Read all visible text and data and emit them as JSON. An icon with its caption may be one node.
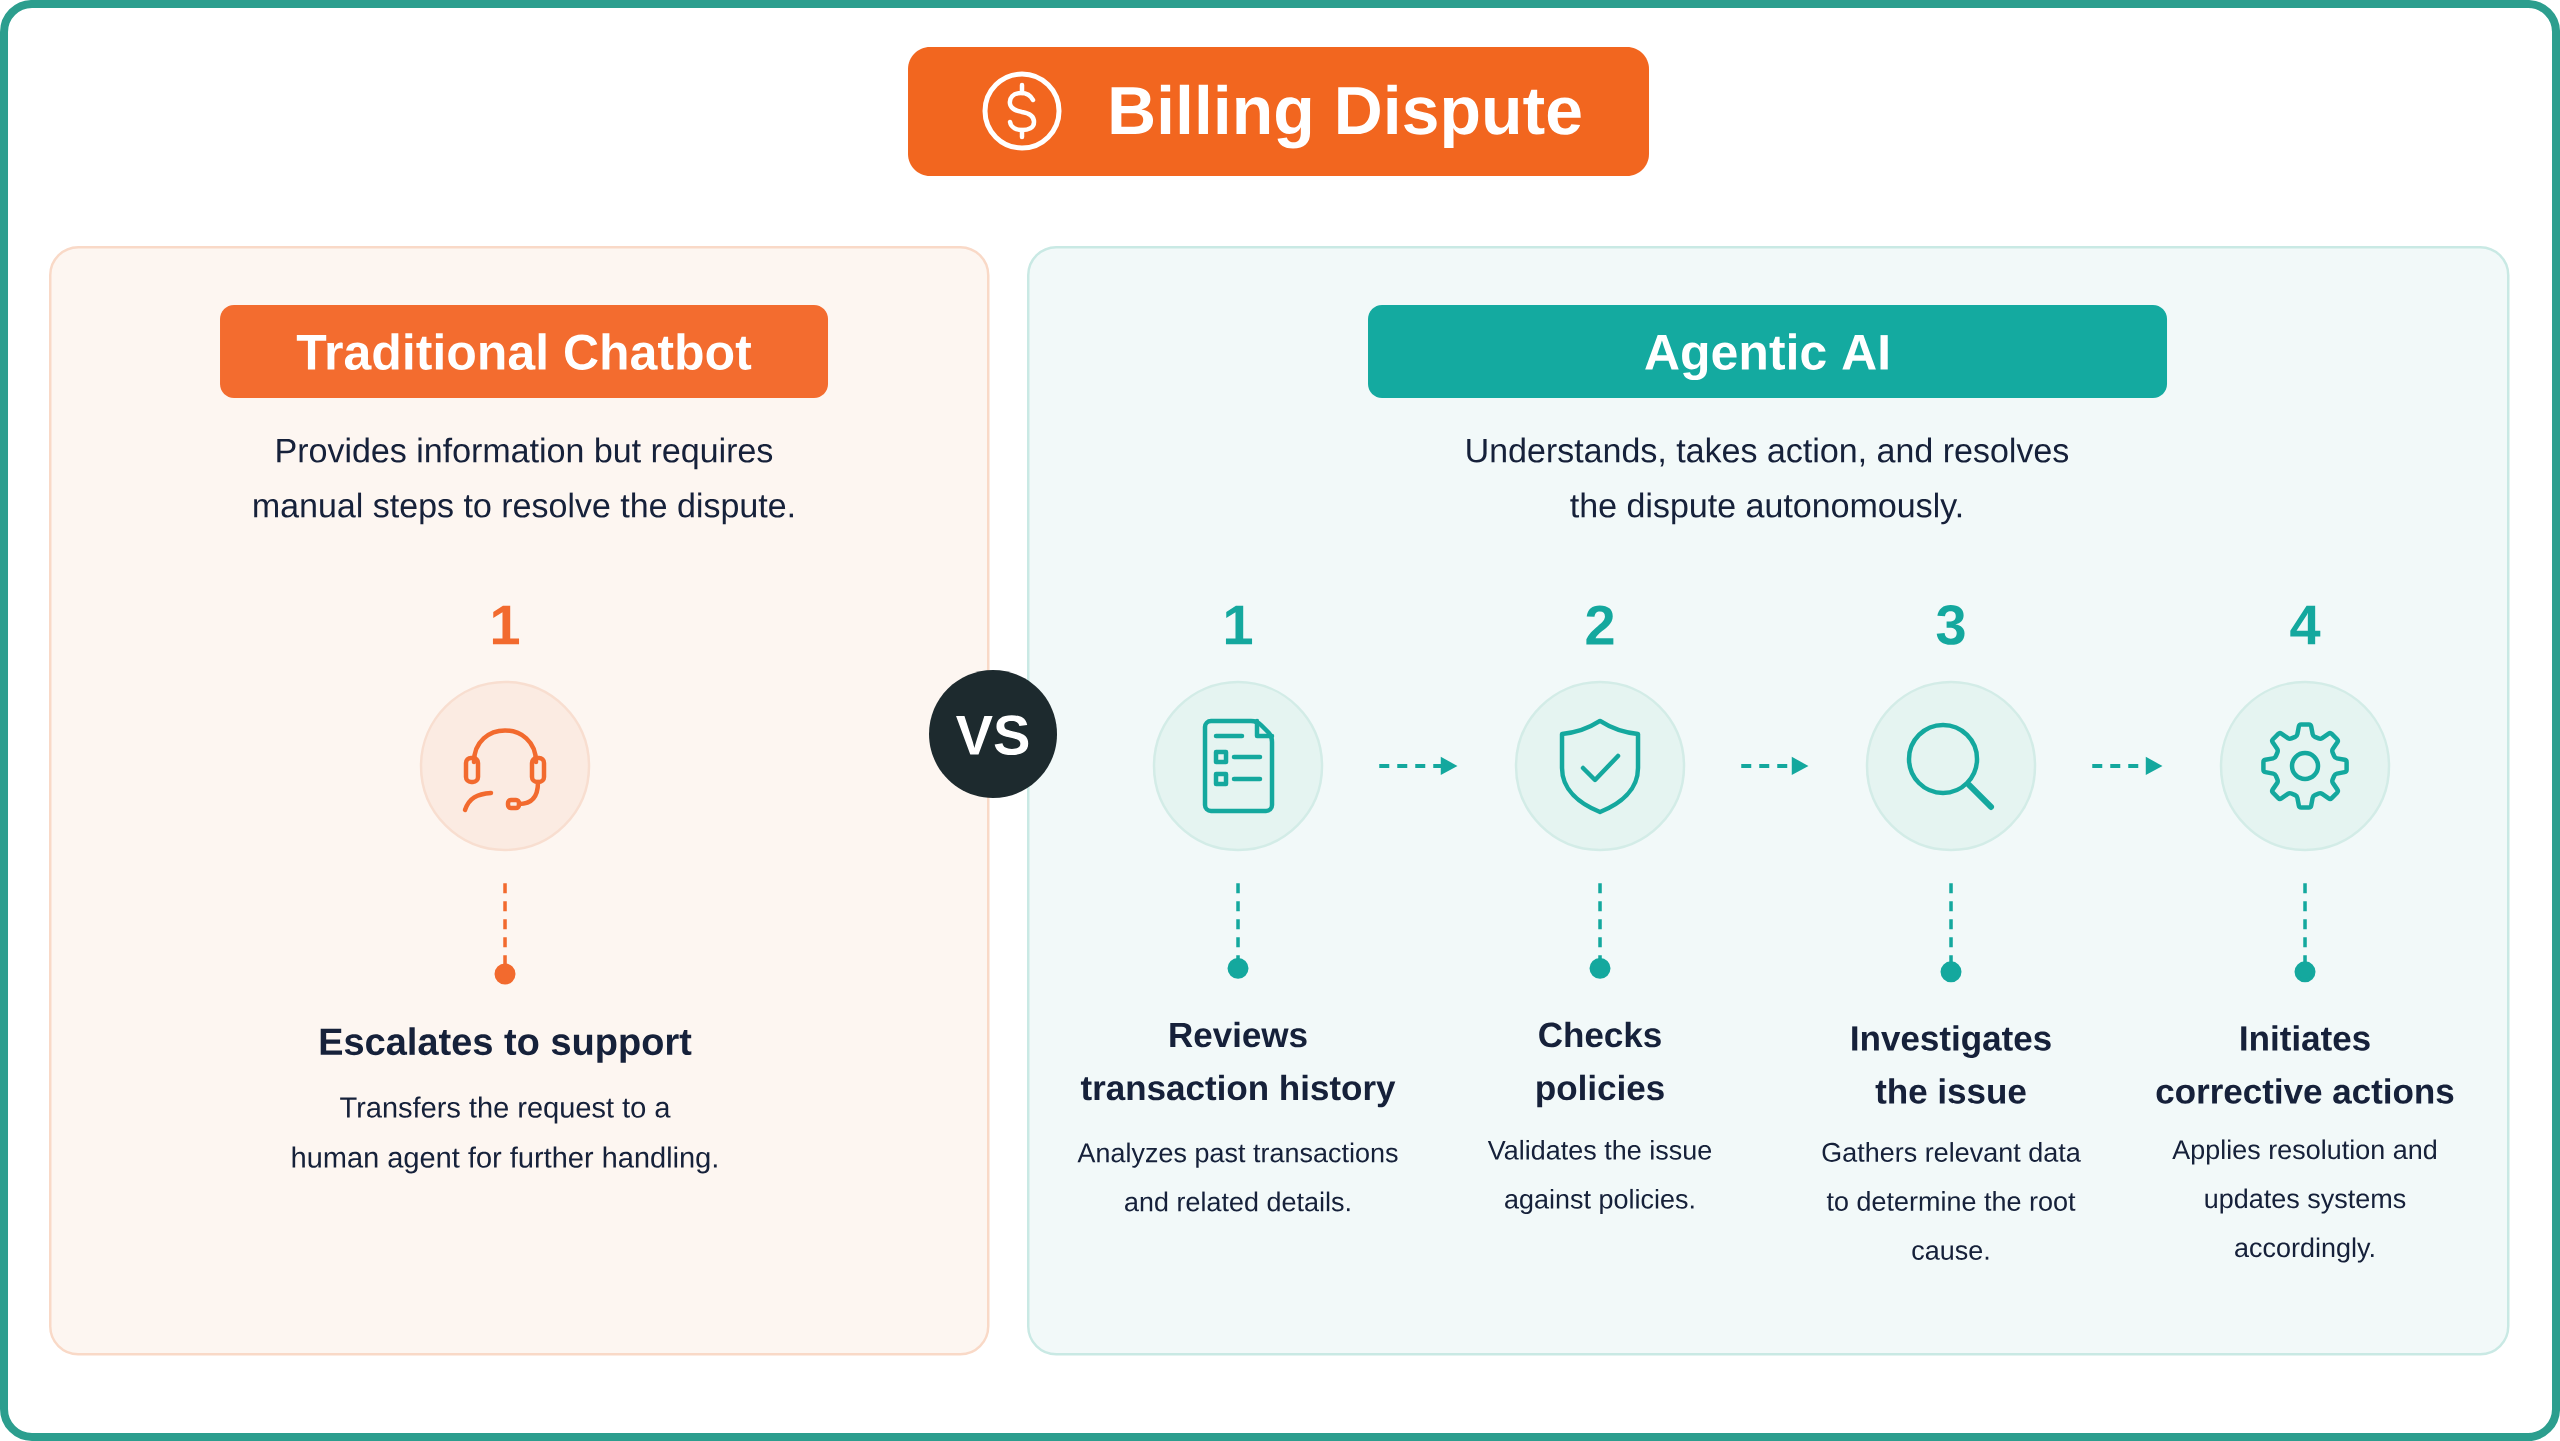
{
  "diagram": {
    "title": "Billing Dispute",
    "nodes": [
      {
        "text": [
          "Provides information but requires manual steps to resolve the dispute."
        ]
      },
      {
        "text": [
          "Traditional Chatbot"
        ],
        "in": 0
      },
      {
        "text": [],
        "shape": "circle",
        "in": 0,
        "beside": [
          "1"
        ]
      },
      {
        "text": [
          "Escalates to support",
          "Transfers the request to a human agent for further handling."
        ],
        "in": 0
      },
      {
        "text": [
          "VS"
        ]
      },
      {
        "text": [
          "Understands, takes action, and resolves the dispute autonomously."
        ]
      },
      {
        "text": [
          "Agentic AI"
        ],
        "in": 5
      },
      {
        "text": [],
        "shape": "circle",
        "in": 5,
        "beside": [
          "1"
        ]
      },
      {
        "text": [
          "Reviews transaction history",
          "Analyzes past transactions and related details."
        ],
        "in": 5
      },
      {
        "text": [],
        "shape": "circle",
        "in": 5,
        "beside": [
          "2"
        ]
      },
      {
        "text": [
          "Checks policies",
          "Validates the issue against policies."
        ],
        "in": 5
      },
      {
        "text": [],
        "shape": "circle",
        "in": 5,
        "beside": [
          "3"
        ]
      },
      {
        "text": [
          "Investigates the issue",
          "Gathers relevant data to determine the root cause."
        ],
        "in": 5
      },
      {
        "text": [],
        "shape": "circle",
        "in": 5,
        "beside": [
          "4"
        ]
      },
      {
        "text": [
          "Initiates corrective actions",
          "Applies resolution and updates systems accordingly."
        ],
        "in": 5
      }
    ],
    "edges": [
      {
        "from": 2,
        "to": 3,
        "arrow": "other",
        "style": "dashed",
        "color": "#f26a2e"
      },
      {
        "from": 7,
        "to": 8,
        "arrow": "other",
        "style": "dashed"
      },
      {
        "from": 9,
        "to": 10,
        "arrow": "other",
        "style": "dashed"
      },
      {
        "from": 11,
        "to": 12,
        "arrow": "other",
        "style": "dashed"
      },
      {
        "from": 13,
        "to": 14,
        "arrow": "other",
        "style": "dashed"
      },
      {
        "from": 7,
        "to": 9,
        "arrow": "to",
        "style": "dashed"
      },
      {
        "from": 9,
        "to": 11,
        "arrow": "to",
        "style": "dashed"
      },
      {
        "from": 11,
        "to": 13,
        "arrow": "to",
        "style": "dashed"
      }
    ]
  }
}
